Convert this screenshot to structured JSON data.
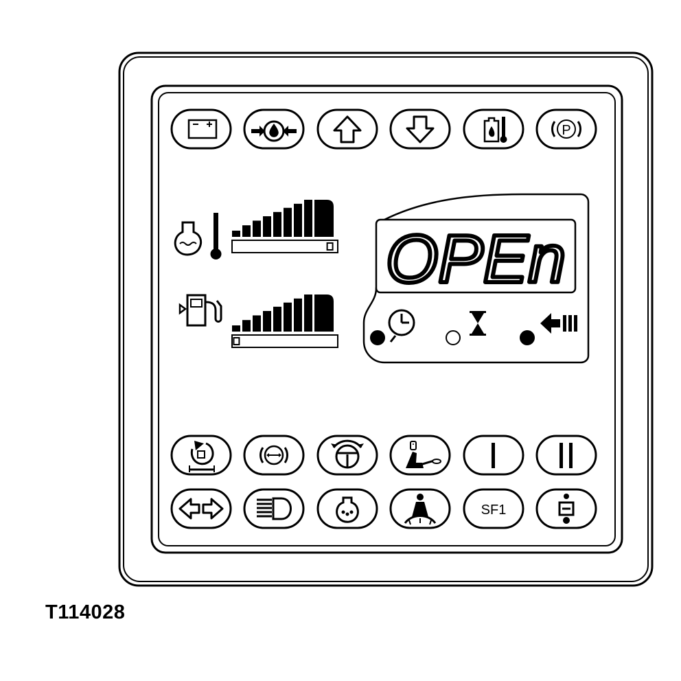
{
  "figure_id": "T114028",
  "display": {
    "text": "OPEn"
  },
  "buttons": {
    "sf1_label": "SF1"
  },
  "gauges": {
    "coolant_temperature": {
      "level": 0.95
    },
    "fuel_level": {
      "level": 0.03
    }
  },
  "indicators": {
    "left_lamp_on": true,
    "middle_lamp_on": false,
    "right_lamp_on": true
  },
  "icons": {
    "top_row": [
      "battery-icon",
      "engine-oil-pressure-icon",
      "upshift-arrow-icon",
      "downshift-arrow-icon",
      "hydraulic-oil-temperature-icon",
      "parking-brake-icon"
    ],
    "bottom_row_1": [
      "return-to-dig-icon",
      "brake-icon",
      "steering-icon",
      "seat-icon",
      "roman-one-icon",
      "roman-two-icon"
    ],
    "bottom_row_2": [
      "turn-signal-icon",
      "high-beam-icon",
      "engine-icon",
      "seat-belt-icon",
      "sf1-icon",
      "service-icon"
    ],
    "gauge_icons": [
      "coolant-temperature-icon",
      "fuel-pump-icon"
    ],
    "lcd_icons": [
      "clock-icon",
      "hourglass-icon",
      "arrow-icon"
    ]
  }
}
